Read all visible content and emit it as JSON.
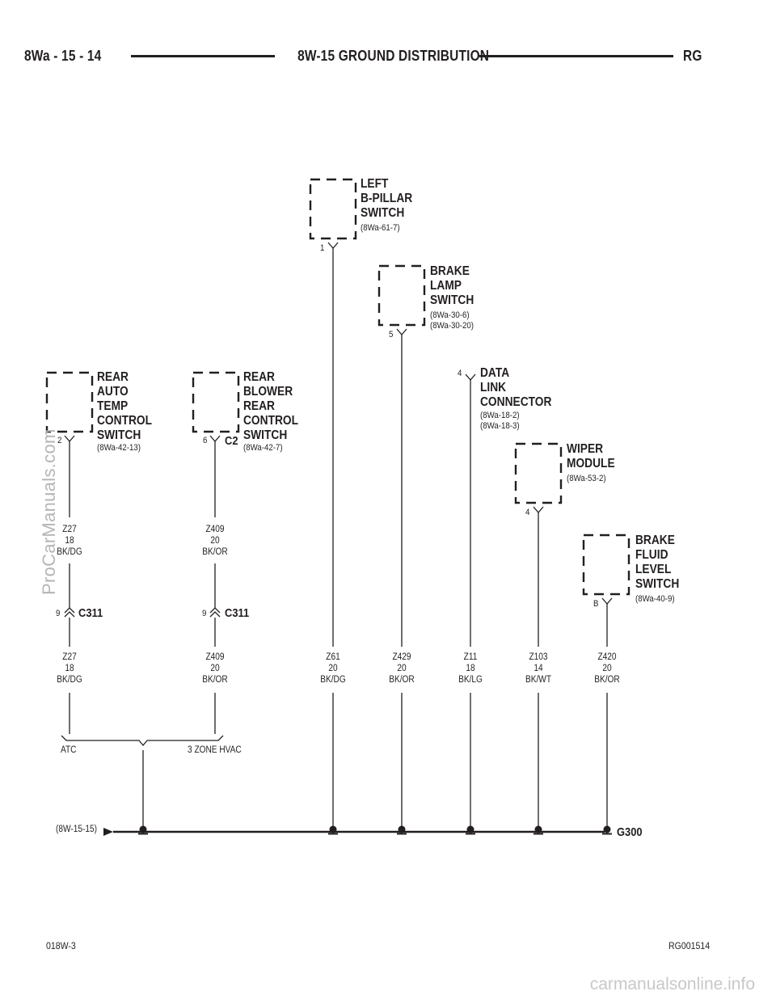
{
  "header": {
    "left": "8Wa - 15 - 14",
    "center": "8W-15 GROUND DISTRIBUTION",
    "right": "RG"
  },
  "components": [
    {
      "id": "rear-auto-temp",
      "name": [
        "REAR",
        "AUTO",
        "TEMP",
        "CONTROL",
        "SWITCH"
      ],
      "refs": [
        "(8Wa-42-13)"
      ],
      "pin": "2",
      "connector_id": ""
    },
    {
      "id": "rear-blower",
      "name": [
        "REAR",
        "BLOWER",
        "REAR",
        "CONTROL",
        "SWITCH"
      ],
      "refs": [
        "(8Wa-42-7)"
      ],
      "pin": "6",
      "connector_id": "C2"
    },
    {
      "id": "left-b-pillar",
      "name": [
        "LEFT",
        "B-PILLAR",
        "SWITCH"
      ],
      "refs": [
        "(8Wa-61-7)"
      ],
      "pin": "1",
      "connector_id": ""
    },
    {
      "id": "brake-lamp",
      "name": [
        "BRAKE",
        "LAMP",
        "SWITCH"
      ],
      "refs": [
        "(8Wa-30-6)",
        "(8Wa-30-20)"
      ],
      "pin": "5",
      "connector_id": ""
    },
    {
      "id": "data-link",
      "name": [
        "DATA",
        "LINK",
        "CONNECTOR"
      ],
      "refs": [
        "(8Wa-18-2)",
        "(8Wa-18-3)"
      ],
      "pin": "4",
      "connector_id": ""
    },
    {
      "id": "wiper-module",
      "name": [
        "WIPER",
        "MODULE"
      ],
      "refs": [
        "(8Wa-53-2)"
      ],
      "pin": "4",
      "connector_id": ""
    },
    {
      "id": "brake-fluid",
      "name": [
        "BRAKE",
        "FLUID",
        "LEVEL",
        "SWITCH"
      ],
      "refs": [
        "(8Wa-40-9)"
      ],
      "pin": "B",
      "connector_id": ""
    }
  ],
  "upper_wires": [
    {
      "circuit": "Z27",
      "gauge": "18",
      "color": "BK/DG"
    },
    {
      "circuit": "Z409",
      "gauge": "20",
      "color": "BK/OR"
    }
  ],
  "inline_connectors": [
    {
      "pin": "9",
      "id": "C311"
    },
    {
      "pin": "9",
      "id": "C311"
    }
  ],
  "lower_wires": [
    {
      "circuit": "Z27",
      "gauge": "18",
      "color": "BK/DG"
    },
    {
      "circuit": "Z409",
      "gauge": "20",
      "color": "BK/OR"
    },
    {
      "circuit": "Z61",
      "gauge": "20",
      "color": "BK/DG"
    },
    {
      "circuit": "Z429",
      "gauge": "20",
      "color": "BK/OR"
    },
    {
      "circuit": "Z11",
      "gauge": "18",
      "color": "BK/LG"
    },
    {
      "circuit": "Z103",
      "gauge": "14",
      "color": "BK/WT"
    },
    {
      "circuit": "Z420",
      "gauge": "20",
      "color": "BK/OR"
    }
  ],
  "options": {
    "left": "ATC",
    "right": "3 ZONE HVAC"
  },
  "ground": {
    "ref": "(8W-15-15)",
    "id": "G300"
  },
  "footer": {
    "left": "018W-3",
    "right": "RG001514"
  },
  "watermarks": {
    "side": "ProCarManuals.com",
    "bottom": "carmanualsonline.info"
  },
  "colors": {
    "ink": "#231f20",
    "watermark": "#b5b5b5"
  }
}
